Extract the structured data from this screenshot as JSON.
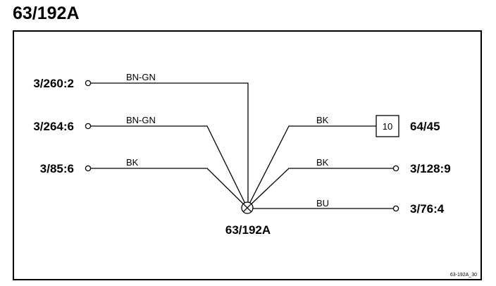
{
  "title": "63/192A",
  "splice": {
    "label": "63/192A"
  },
  "connectors": {
    "left": [
      {
        "label": "3/260:2"
      },
      {
        "label": "3/264:6"
      },
      {
        "label": "3/85:6"
      }
    ],
    "right": [
      {
        "label": "64/45",
        "box": "10"
      },
      {
        "label": "3/128:9"
      },
      {
        "label": "3/76:4"
      }
    ]
  },
  "wires": [
    {
      "color": "BN-GN"
    },
    {
      "color": "BN-GN"
    },
    {
      "color": "BK"
    },
    {
      "color": "BK"
    },
    {
      "color": "BK"
    },
    {
      "color": "BU"
    }
  ],
  "footer": {
    "ref": "63-192A_30"
  }
}
